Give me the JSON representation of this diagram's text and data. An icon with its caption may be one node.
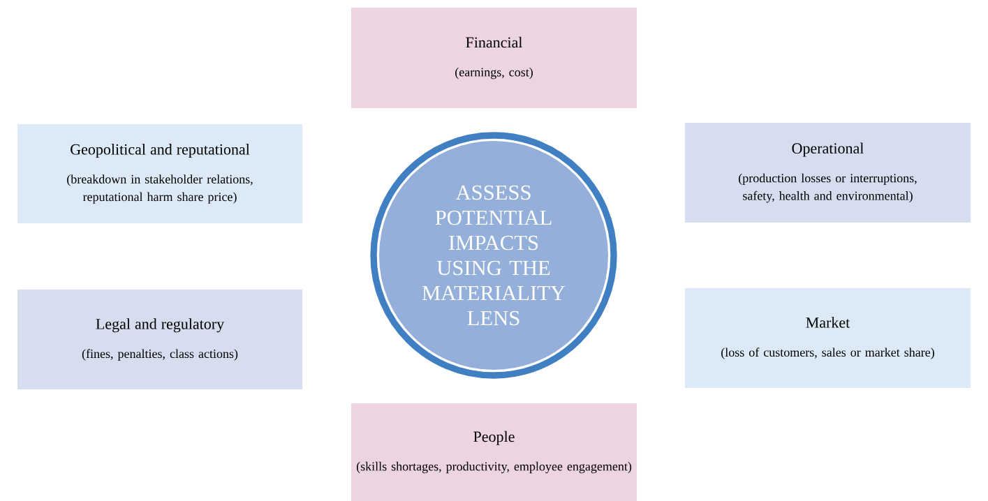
{
  "diagram": {
    "nodes": [
      {
        "text": [
          "Financial",
          "(earnings, cost)"
        ]
      },
      {
        "text": [
          "Geopolitical and reputational",
          "(breakdown in stakeholder relations, reputational harm share price)"
        ]
      },
      {
        "text": [
          "ASSESS POTENTIAL IMPACTS USING THE MATERIALITY LENS"
        ]
      },
      {
        "text": [
          "Operational",
          "(production losses or interruptions, safety, health and environmental)"
        ]
      },
      {
        "text": [
          "Legal and regulatory",
          "(fines, penalties, class actions)"
        ]
      },
      {
        "text": [
          "Market",
          "(loss of customers, sales or market share)"
        ]
      },
      {
        "text": [
          "People",
          "(skills shortages, productivity, employee engagement)"
        ]
      }
    ]
  }
}
